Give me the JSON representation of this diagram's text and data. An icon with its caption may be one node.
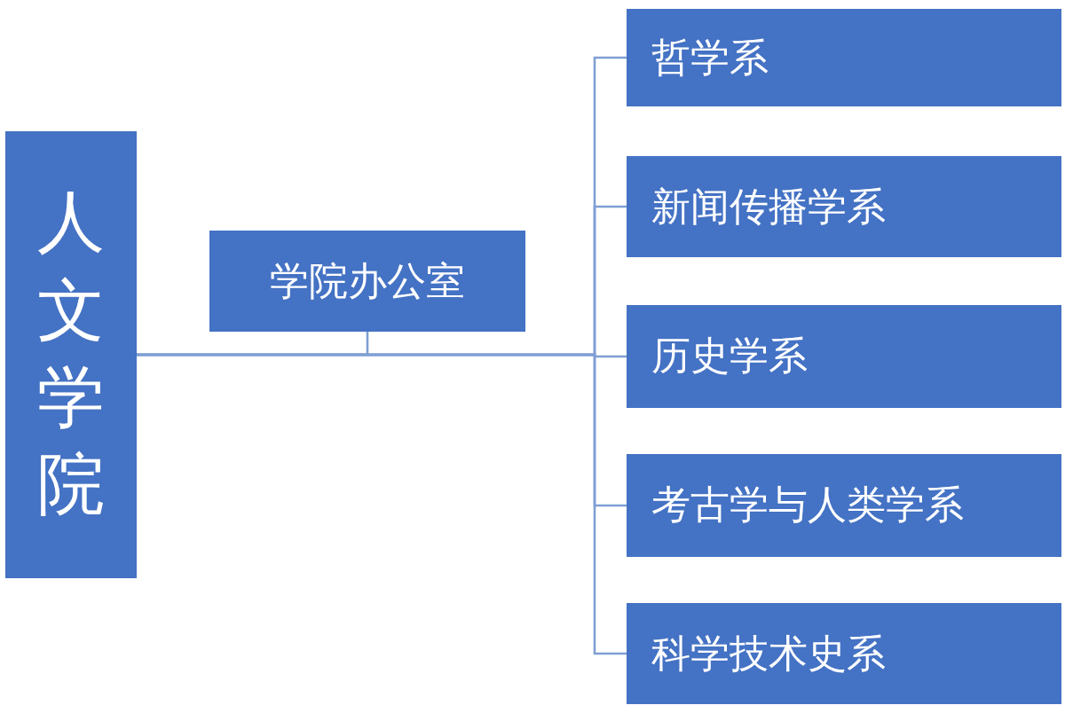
{
  "diagram": {
    "nodes": [
      {
        "text": [
          "人文学院"
        ]
      },
      {
        "text": [
          "学院办公室"
        ]
      },
      {
        "text": [
          "哲学系"
        ]
      },
      {
        "text": [
          "新闻传播学系"
        ]
      },
      {
        "text": [
          "历史学系"
        ]
      },
      {
        "text": [
          "考古学与人类学系"
        ]
      },
      {
        "text": [
          "科学技术史系"
        ]
      }
    ],
    "edges": [
      {
        "from": 0,
        "to": 1,
        "arrow": "none"
      },
      {
        "from": 0,
        "to": 2,
        "arrow": "none"
      },
      {
        "from": 0,
        "to": 3,
        "arrow": "none"
      },
      {
        "from": 0,
        "to": 4,
        "arrow": "none"
      },
      {
        "from": 0,
        "to": 5,
        "arrow": "none"
      },
      {
        "from": 0,
        "to": 6,
        "arrow": "none"
      }
    ]
  }
}
